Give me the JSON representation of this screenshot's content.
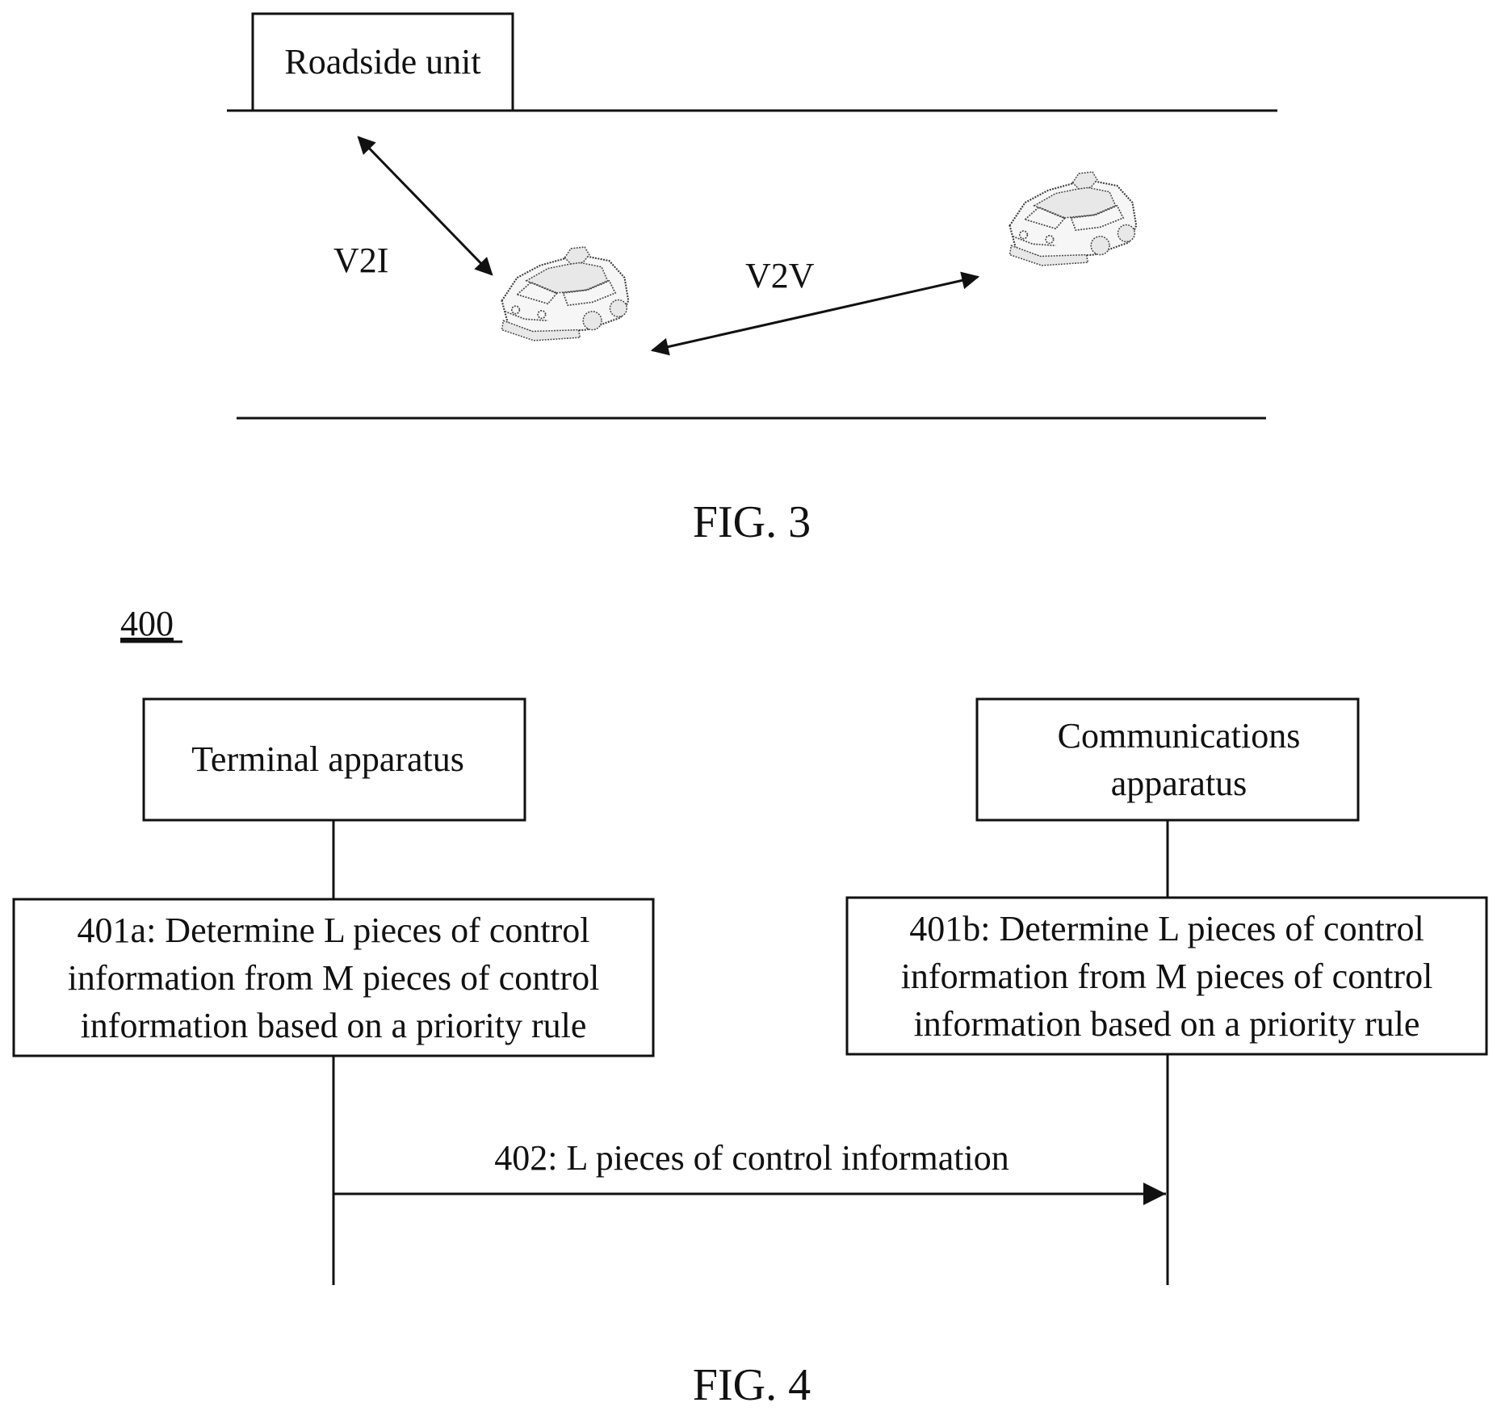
{
  "fig3": {
    "roadside_unit_label": "Roadside unit",
    "v2i_label": "V2I",
    "v2v_label": "V2V",
    "caption": "FIG. 3"
  },
  "fig4": {
    "reference_number": "400",
    "terminal_label": "Terminal apparatus",
    "communications_label_line1": "Communications",
    "communications_label_line2": "apparatus",
    "step_401a": [
      "401a: Determine L pieces of control",
      "information from M pieces of control",
      "information based on a priority rule"
    ],
    "step_401b": [
      "401b: Determine L pieces of control",
      "information from M pieces of control",
      "information based on a priority rule"
    ],
    "message_402": "402: L pieces of control information",
    "caption": "FIG. 4"
  },
  "icons": {
    "vehicle": "car-icon",
    "arrowheads": "arrowhead-icon"
  }
}
